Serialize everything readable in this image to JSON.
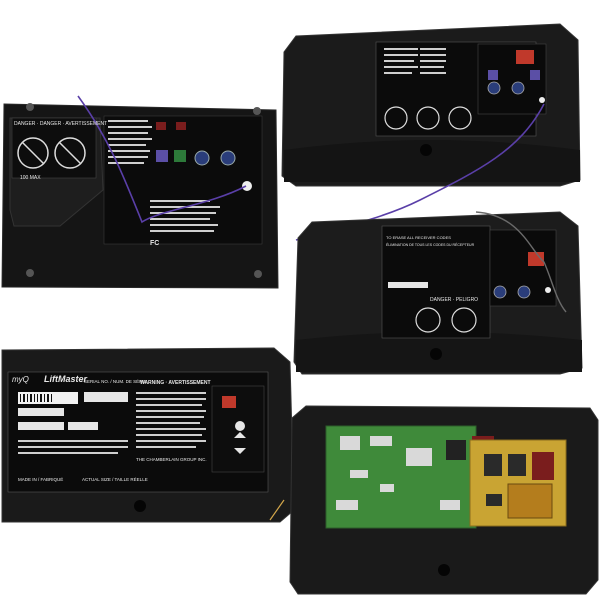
{
  "photos": [
    {
      "id": "panel-flat-back",
      "warning_header": "DANGER · DANGER · AVERTISSEMENT",
      "bulb_caption": "100 MAX",
      "fcc_note": "FC"
    },
    {
      "id": "panel-cover-top-right"
    },
    {
      "id": "panel-cover-mid-right",
      "erase_all": "TO ERASE ALL RECEIVER CODES",
      "erase_fr": "ÉLIMINATION DE TOUS LES CODES DU RÉCEPTEUR",
      "danger": "DANGER · PELIGRO"
    },
    {
      "id": "panel-liftmaster-label",
      "myq": "myQ",
      "brand": "LiftMaster",
      "serial_title": "SERIAL NO. / NUM. DE SÉRIE",
      "warning_title": "WARNING · AVERTISSEMENT",
      "footer_left": "MADE IN / FABRIQUÉ",
      "footer_mid": "ACTUAL SIZE / TAILLE RÉELLE",
      "company": "THE CHAMBERLAIN GROUP INC."
    },
    {
      "id": "panel-circuit-board"
    }
  ],
  "colors": {
    "housing": "#1c1c1c",
    "label": "#0e0e0e",
    "pcb": "#3f8a3a",
    "relay_board": "#c9a433",
    "wire": "#5a3fa8",
    "led_red": "#c0392b"
  }
}
